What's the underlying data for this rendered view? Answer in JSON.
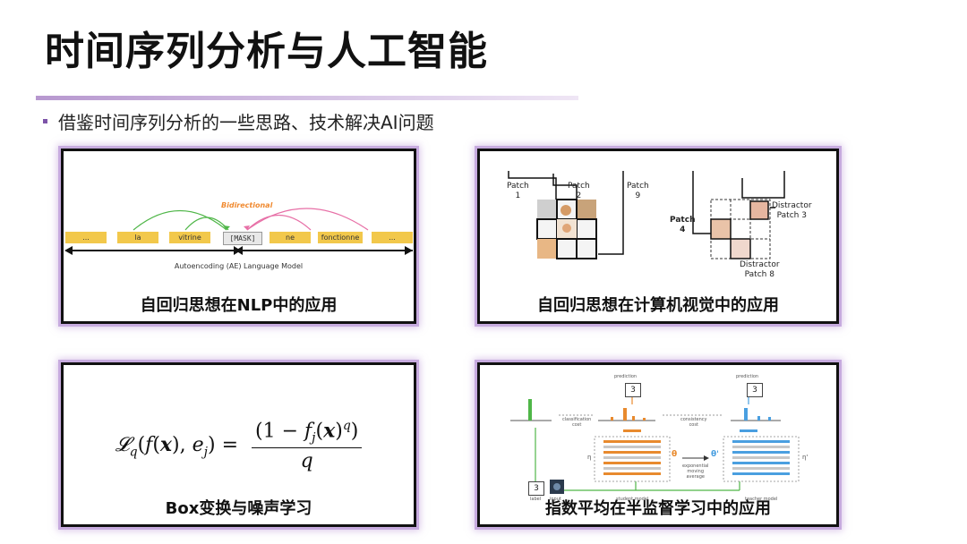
{
  "slide": {
    "title": "时间序列分析与人工智能",
    "bullet": "借鉴时间序列分析的一些思路、技术解决AI问题"
  },
  "panels": {
    "nlp": {
      "caption": "自回归思想在NLP中的应用",
      "tokens": [
        "...",
        "la",
        "vitrine",
        "[MASK]",
        "ne",
        "fonctionne",
        "..."
      ],
      "bidirectional_label": "Bidirectional",
      "model_label": "Autoencoding (AE) Language Model"
    },
    "vision": {
      "caption": "自回归思想在计算机视觉中的应用",
      "labels": {
        "patch1": "Patch\n1",
        "patch2": "Patch\n2",
        "patch9": "Patch\n9",
        "patch4": "Patch\n4",
        "distractor3": "Distractor\nPatch 3",
        "distractor8": "Distractor\nPatch 8"
      }
    },
    "noise": {
      "caption": "Box变换与噪声学习"
    },
    "ema": {
      "caption": "指数平均在半监督学习中的应用",
      "labels": {
        "prediction_left": "prediction",
        "prediction_right": "prediction",
        "classification_cost": "classification\ncost",
        "consistency_cost": "consistency\ncost",
        "theta": "θ",
        "theta_prime": "θ'",
        "ema": "exponential\nmoving\naverage",
        "eta_left": "η",
        "eta_right": "η'",
        "student": "student model",
        "teacher": "teacher model",
        "label": "label",
        "input": "input",
        "value_top_left": "3",
        "value_top_right": "3",
        "value_bottom": "3"
      }
    }
  },
  "colors": {
    "accent_purple": "#7d54a8",
    "token_yellow": "#f2c84b",
    "student_orange": "#e88a2e",
    "teacher_blue": "#4a9fe0",
    "label_green": "#4fb648"
  }
}
